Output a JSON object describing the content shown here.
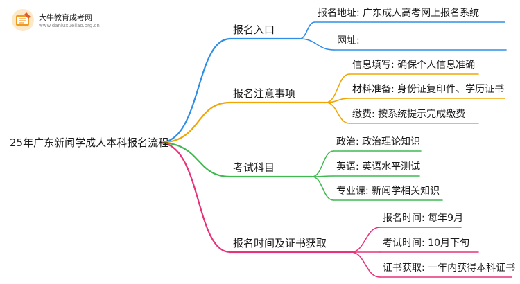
{
  "logo": {
    "name": "大牛教育成考网",
    "url": "www.daniuxueliao.org.cn"
  },
  "root": {
    "label": "25年广东新闻学成人本科报名流程"
  },
  "branches": [
    {
      "label": "报名入口",
      "color": "#2f8fe6",
      "leaves": [
        {
          "label": "报名地址: 广东成人高考网上报名系统"
        },
        {
          "label": "网址:"
        }
      ]
    },
    {
      "label": "报名注意事项",
      "color": "#f0a500",
      "leaves": [
        {
          "label": "信息填写: 确保个人信息准确"
        },
        {
          "label": "材料准备: 身份证复印件、学历证书"
        },
        {
          "label": "缴费: 按系统提示完成缴费"
        }
      ]
    },
    {
      "label": "考试科目",
      "color": "#3fb950",
      "leaves": [
        {
          "label": "政治: 政治理论知识"
        },
        {
          "label": "英语: 英语水平测试"
        },
        {
          "label": "专业课: 新闻学相关知识"
        }
      ]
    },
    {
      "label": "报名时间及证书获取",
      "color": "#e8327a",
      "leaves": [
        {
          "label": "报名时间: 每年9月"
        },
        {
          "label": "考试时间: 10月下旬"
        },
        {
          "label": "证书获取: 一年内获得本科证书"
        }
      ]
    }
  ]
}
